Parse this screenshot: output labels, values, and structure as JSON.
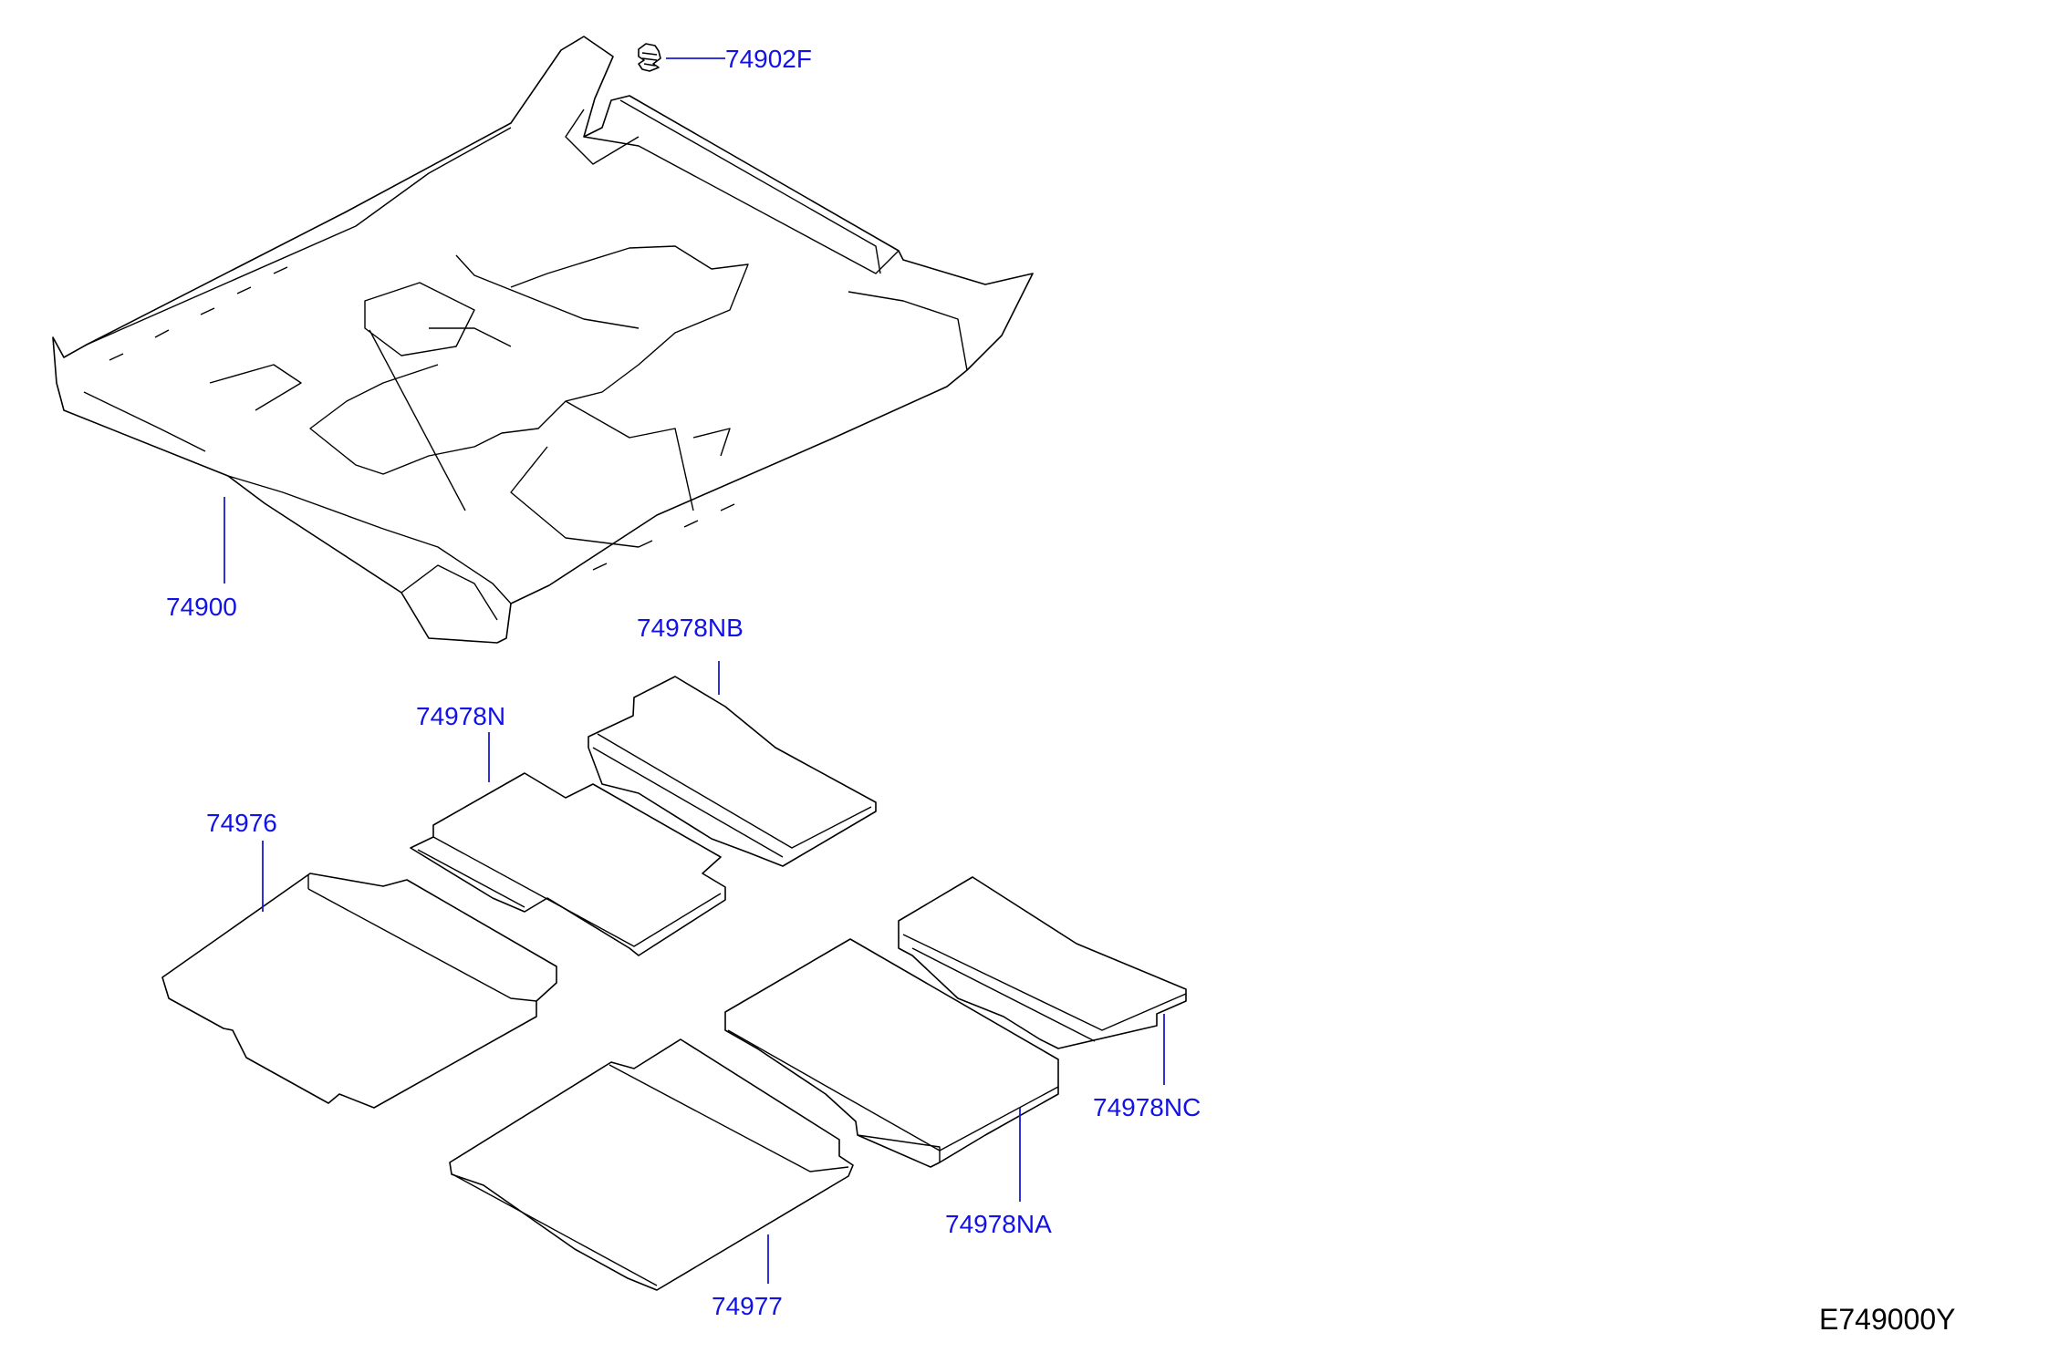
{
  "callouts": [
    {
      "id": "clip",
      "part_number": "74902F"
    },
    {
      "id": "carpet",
      "part_number": "74900"
    },
    {
      "id": "mat_nb",
      "part_number": "74978NB"
    },
    {
      "id": "mat_n",
      "part_number": "74978N"
    },
    {
      "id": "mat_76",
      "part_number": "74976"
    },
    {
      "id": "mat_nc",
      "part_number": "74978NC"
    },
    {
      "id": "mat_na",
      "part_number": "74978NA"
    },
    {
      "id": "mat_77",
      "part_number": "74977"
    }
  ],
  "diagram_code": "E749000Y",
  "colors": {
    "callout_text": "#1212e6",
    "leader_line": "#1a1ad6",
    "line_art": "#000000"
  }
}
